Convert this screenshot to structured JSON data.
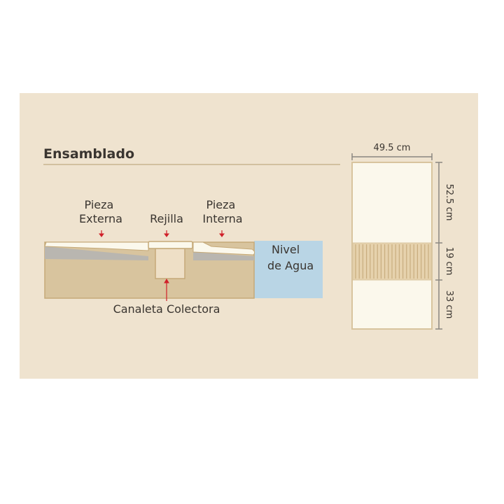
{
  "title": "Ensamblado",
  "labels": {
    "pieza_externa": [
      "Pieza",
      "Externa"
    ],
    "rejilla": "Rejilla",
    "pieza_interna": [
      "Pieza",
      "Interna"
    ],
    "nivel_agua": [
      "Nivel",
      "de Agua"
    ],
    "canaleta": "Canaleta Colectora"
  },
  "dimensions": {
    "width": "49.5 cm",
    "top": "52.5 cm",
    "middle": "19 cm",
    "bottom": "33 cm"
  },
  "colors": {
    "background": "#efe3cf",
    "base": "#d8c49e",
    "water": "#b9d5e5",
    "piece": "#fbf8ec",
    "arrow": "#d0202a"
  }
}
